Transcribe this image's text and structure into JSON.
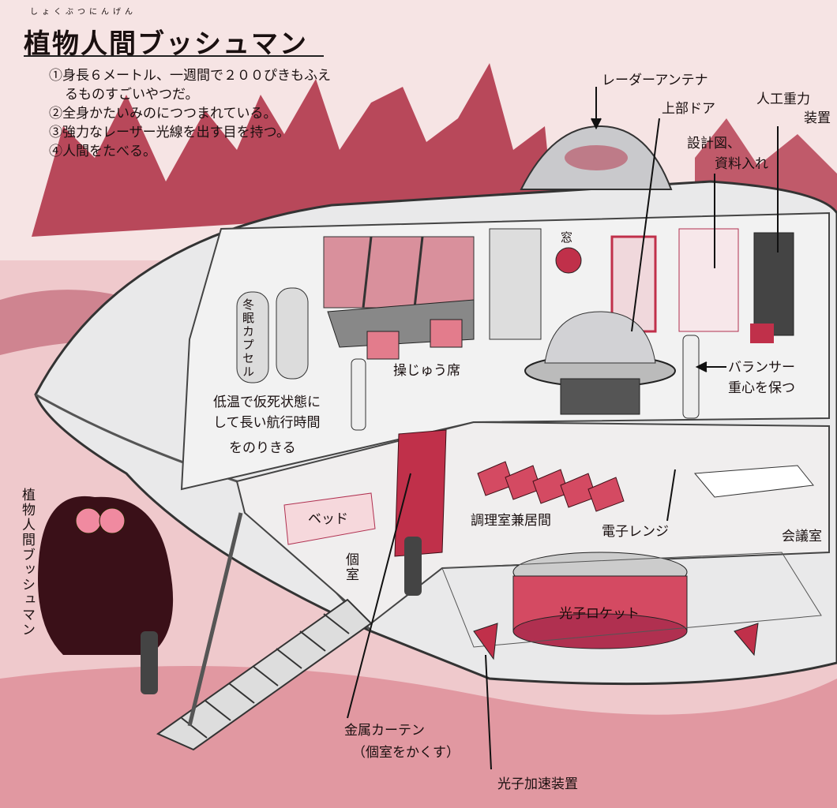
{
  "header": {
    "ruby": "しょくぶつにんげん",
    "title": "植物人間ブッシュマン"
  },
  "notes": [
    "①身長６メートル、一週間で２００ぴきもふえ",
    "るものすごいやつだ。",
    "②全身かたいみのにつつまれている。",
    "③強力なレーザー光線を出す目を持つ。",
    "④人間をたべる。"
  ],
  "labels": {
    "radar": "レーダーアンテナ",
    "top_door": "上部ドア",
    "blueprints_1": "設計図、",
    "blueprints_2": "資料入れ",
    "gravity_1": "人工重力",
    "gravity_2": "装置",
    "window": "窓",
    "capsule": "冬眠カプセル",
    "cockpit": "操じゅう席",
    "balancer_1": "バランサー",
    "balancer_2": "重心を保つ",
    "sleep_1": "低温で仮死状態に",
    "sleep_2": "して長い航行時間",
    "sleep_3": "をのりきる",
    "bed": "ベッド",
    "private_room": "個室",
    "kitchen": "調理室兼居間",
    "range": "電子レンジ",
    "meeting": "会議室",
    "rocket": "光子ロケット",
    "curtain_1": "金属カーテン",
    "curtain_2": "（個室をかくす）",
    "accelerator": "光子加速装置",
    "monster": "植物人間ブッシュマン"
  },
  "colors": {
    "background": "#f3dcdc",
    "rock": "#b8485a",
    "accent": "#c0304a",
    "hull": "#eeeeee",
    "dark": "#333333"
  }
}
